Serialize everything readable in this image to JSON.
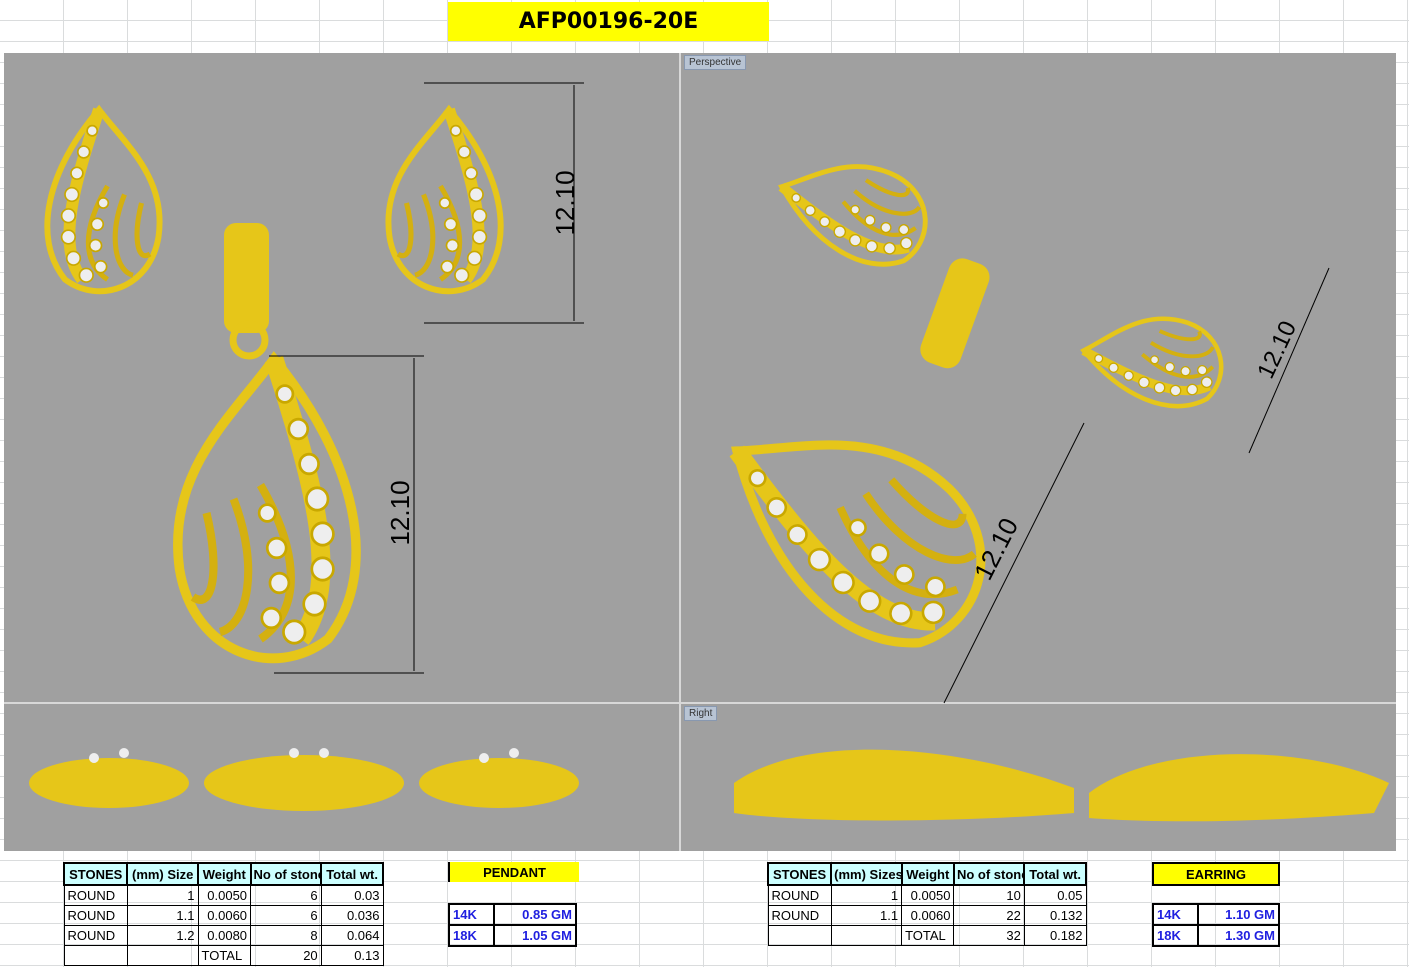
{
  "title": "AFP00196-20E",
  "viewports": {
    "perspective": "Perspective",
    "right": "Right",
    "dimension": "12.10"
  },
  "colors": {
    "gold": "#e6c619",
    "background": "#a0a0a0",
    "highlight": "#ffff00",
    "header": "#ccffff",
    "karat_text": "#2020e0"
  },
  "pendant": {
    "headers": [
      "STONES",
      "(mm) Size",
      "Weight",
      "No of stone",
      "Total wt."
    ],
    "rows": [
      [
        "ROUND",
        "1",
        "0.0050",
        "6",
        "0.03"
      ],
      [
        "ROUND",
        "1.1",
        "0.0060",
        "6",
        "0.036"
      ],
      [
        "ROUND",
        "1.2",
        "0.0080",
        "8",
        "0.064"
      ]
    ],
    "total": {
      "label": "TOTAL",
      "count": "20",
      "weight": "0.13"
    },
    "label": "PENDANT",
    "karat": [
      [
        "14K",
        "0.85 GM"
      ],
      [
        "18K",
        "1.05 GM"
      ]
    ]
  },
  "earring": {
    "headers": [
      "STONES",
      "(mm) Sizes",
      "Weight",
      "No of stone",
      "Total wt."
    ],
    "rows": [
      [
        "ROUND",
        "1",
        "0.0050",
        "10",
        "0.05"
      ],
      [
        "ROUND",
        "1.1",
        "0.0060",
        "22",
        "0.132"
      ]
    ],
    "total": {
      "label": "TOTAL",
      "count": "32",
      "weight": "0.182"
    },
    "label": "EARRING",
    "karat": [
      [
        "14K",
        "1.10 GM"
      ],
      [
        "18K",
        "1.30 GM"
      ]
    ]
  }
}
